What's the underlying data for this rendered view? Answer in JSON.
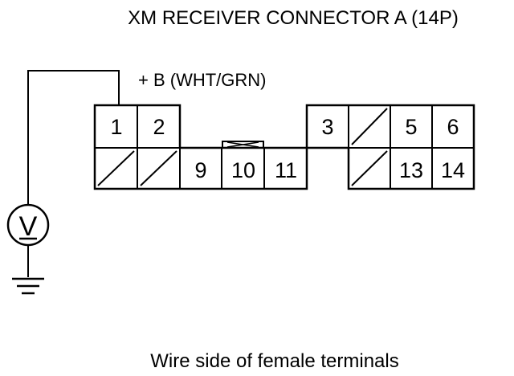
{
  "diagram": {
    "title": "XM RECEIVER CONNECTOR A (14P)",
    "wire_label": "+ B (WHT/GRN)",
    "caption": "Wire side of female terminals",
    "meter": {
      "symbol": "V"
    },
    "pins": {
      "p1": "1",
      "p2": "2",
      "p3": "3",
      "p5": "5",
      "p6": "6",
      "p9": "9",
      "p10": "10",
      "p11": "11",
      "p13": "13",
      "p14": "14"
    },
    "ink_color": "#000000",
    "background_color": "#ffffff"
  }
}
